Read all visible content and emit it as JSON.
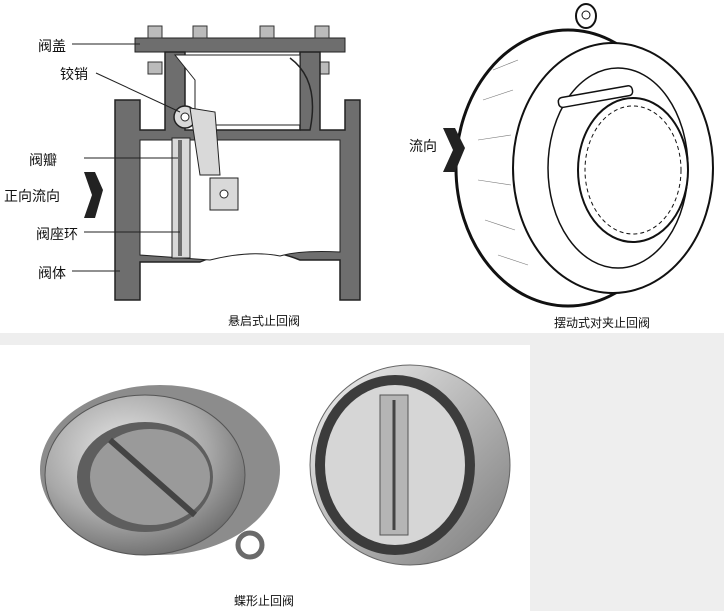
{
  "swing_valve": {
    "caption": "悬启式止回阀",
    "labels": {
      "bonnet": "阀盖",
      "hinge_pin": "铰销",
      "disc": "阀瓣",
      "forward_flow": "正向流向",
      "seat_ring": "阀座环",
      "body": "阀体"
    }
  },
  "wafer_swing_valve": {
    "caption": "摆动式对夹止回阀",
    "flow_label": "流向"
  },
  "butterfly_valve": {
    "caption": "蝶形止回阀"
  },
  "colors": {
    "body_gray": "#6e6e6e",
    "metal_light": "#c9c9c9",
    "arrow": "#222222",
    "background_gray": "#eeeeee"
  }
}
